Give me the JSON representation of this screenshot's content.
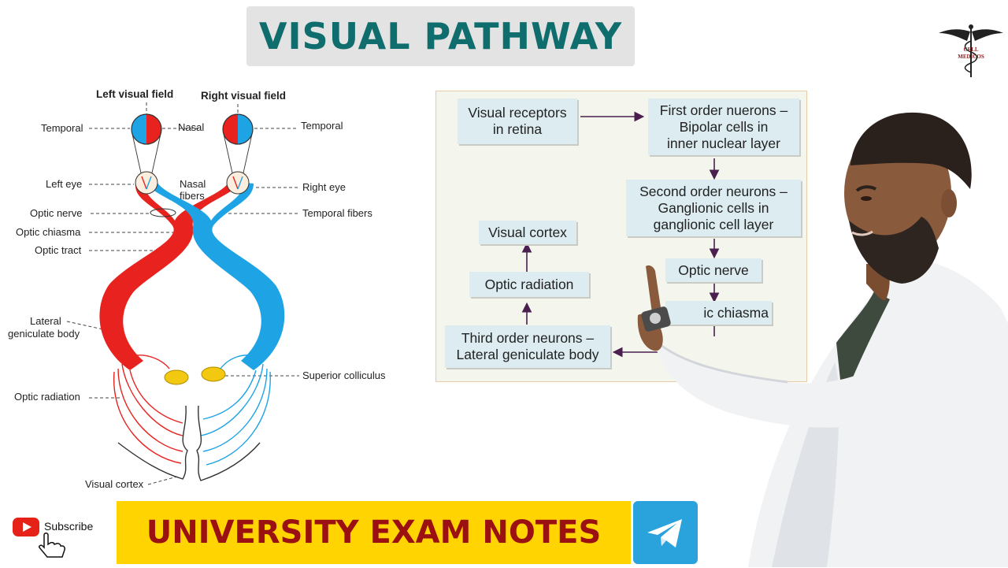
{
  "title": "VISUAL PATHWAY",
  "diagram": {
    "heading_left": "Left visual field",
    "heading_right": "Right visual field",
    "labels": {
      "temporal_left": "Temporal",
      "nasal": "Nasal",
      "temporal_right": "Temporal",
      "left_eye": "Left eye",
      "nasal_fibers_1": "Nasal",
      "nasal_fibers_2": "fibers",
      "right_eye": "Right eye",
      "optic_nerve": "Optic nerve",
      "temporal_fibers": "Temporal fibers",
      "optic_chiasma": "Optic chiasma",
      "optic_tract": "Optic tract",
      "lateral_1": "Lateral",
      "lateral_2": "geniculate body",
      "superior_colliculus": "Superior colliculus",
      "optic_radiation": "Optic radiation",
      "visual_cortex": "Visual cortex"
    },
    "colors": {
      "left_pathway": "#e8231f",
      "right_pathway": "#1ea3e4",
      "colliculus": "#f2c811"
    }
  },
  "flowchart": {
    "receptors": "Visual receptors\nin retina",
    "first_order": "First order nuerons –\nBipolar cells in\ninner nuclear layer",
    "second_order": "Second order neurons –\nGanglionic cells in\nganglionic cell layer",
    "optic_nerve": "Optic nerve",
    "optic_chiasma": "ic chiasma",
    "third_order": "Third order neurons –\nLateral geniculate body",
    "optic_radiation": "Optic radiation",
    "visual_cortex": "Visual cortex"
  },
  "logo": {
    "line1": "CELL",
    "line2": "MEDICOS"
  },
  "subscribe_label": "Subscribe",
  "banner": "UNIVERSITY EXAM NOTES",
  "icons": [
    "caduceus-icon",
    "youtube-icon",
    "hand-cursor-icon",
    "telegram-icon"
  ]
}
